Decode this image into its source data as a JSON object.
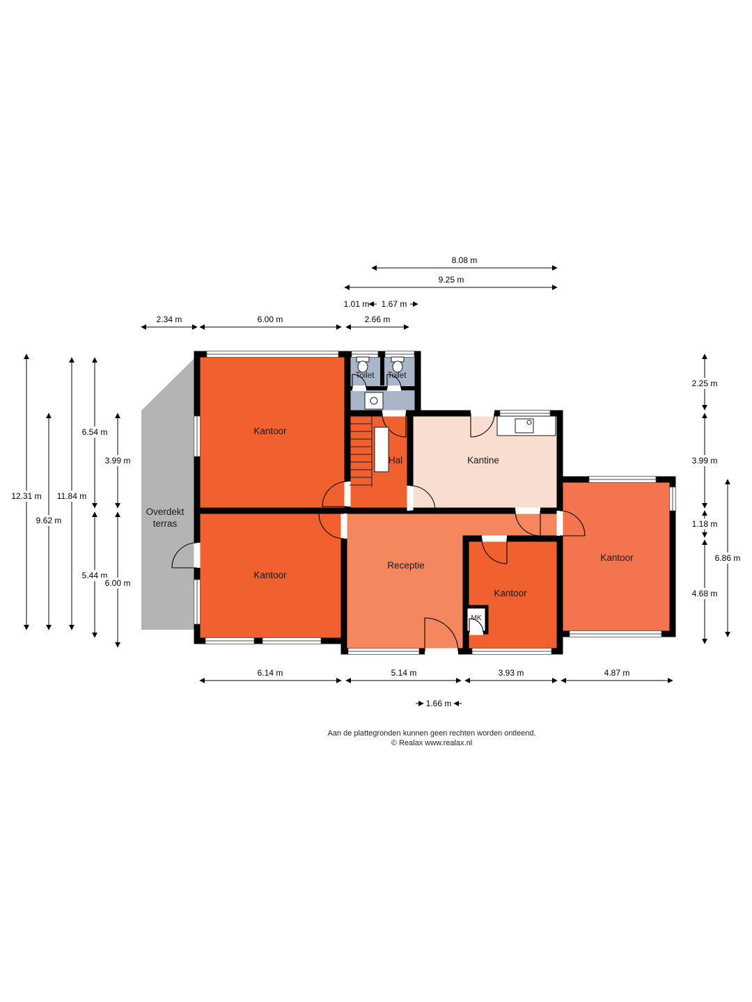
{
  "colors": {
    "kantoor": "#f1602f",
    "kantoor_right": "#f3744e",
    "receptie": "#f5875f",
    "kantine": "#f9ddd1",
    "sanitair": "#a9b6c8",
    "terras": "#b4b4b4",
    "mk": "#ffffff",
    "wall": "#000000"
  },
  "rooms": {
    "kantoor_tl": "Kantoor",
    "toilet_1": "Toilet",
    "toilet_2": "Toilet",
    "hal": "Hal",
    "kantine": "Kantine",
    "kantoor_bl": "Kantoor",
    "receptie": "Receptie",
    "kantoor_bm": "Kantoor",
    "mk": "MK",
    "kantoor_r": "Kantoor",
    "terras_1": "Overdekt",
    "terras_2": "terras"
  },
  "dims": {
    "top_8_08": "8.08 m",
    "top_9_25": "9.25 m",
    "top_1_01": "1.01 m",
    "top_1_67": "1.67 m",
    "top_2_34": "2.34 m",
    "top_6_00": "6.00 m",
    "top_2_66": "2.66 m",
    "left_12_31": "12.31 m",
    "left_9_62": "9.62 m",
    "left_11_84": "11.84 m",
    "left_6_54": "6.54 m",
    "left_3_99": "3.99 m",
    "left_5_44": "5.44 m",
    "left_6_00": "6.00 m",
    "right_2_25": "2.25 m",
    "right_3_99": "3.99 m",
    "right_1_18": "1.18 m",
    "right_6_86": "6.86 m",
    "right_4_68": "4.68 m",
    "bottom_6_14": "6.14 m",
    "bottom_5_14": "5.14 m",
    "bottom_3_93": "3.93 m",
    "bottom_4_87": "4.87 m",
    "bottom_1_66": "1.66 m"
  },
  "footer": {
    "line1": "Aan de plattegronden kunnen geen rechten worden ontleend.",
    "line2": "© Realax www.realax.nl"
  }
}
